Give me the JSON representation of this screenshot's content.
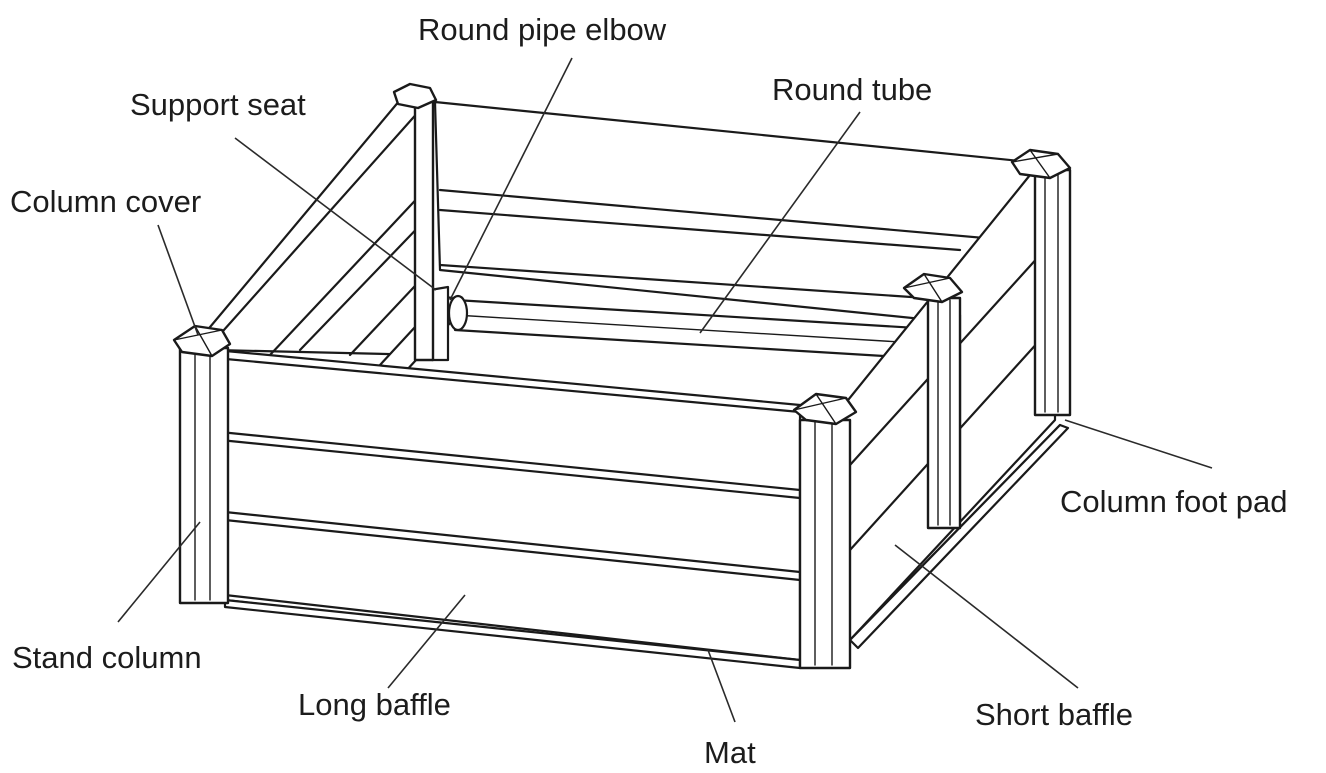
{
  "labels": {
    "round_pipe_elbow": "Round pipe elbow",
    "support_seat": "Support seat",
    "round_tube": "Round tube",
    "column_cover": "Column cover",
    "column_foot_pad": "Column foot pad",
    "stand_column": "Stand column",
    "long_baffle": "Long baffle",
    "mat": "Mat",
    "short_baffle": "Short baffle"
  }
}
